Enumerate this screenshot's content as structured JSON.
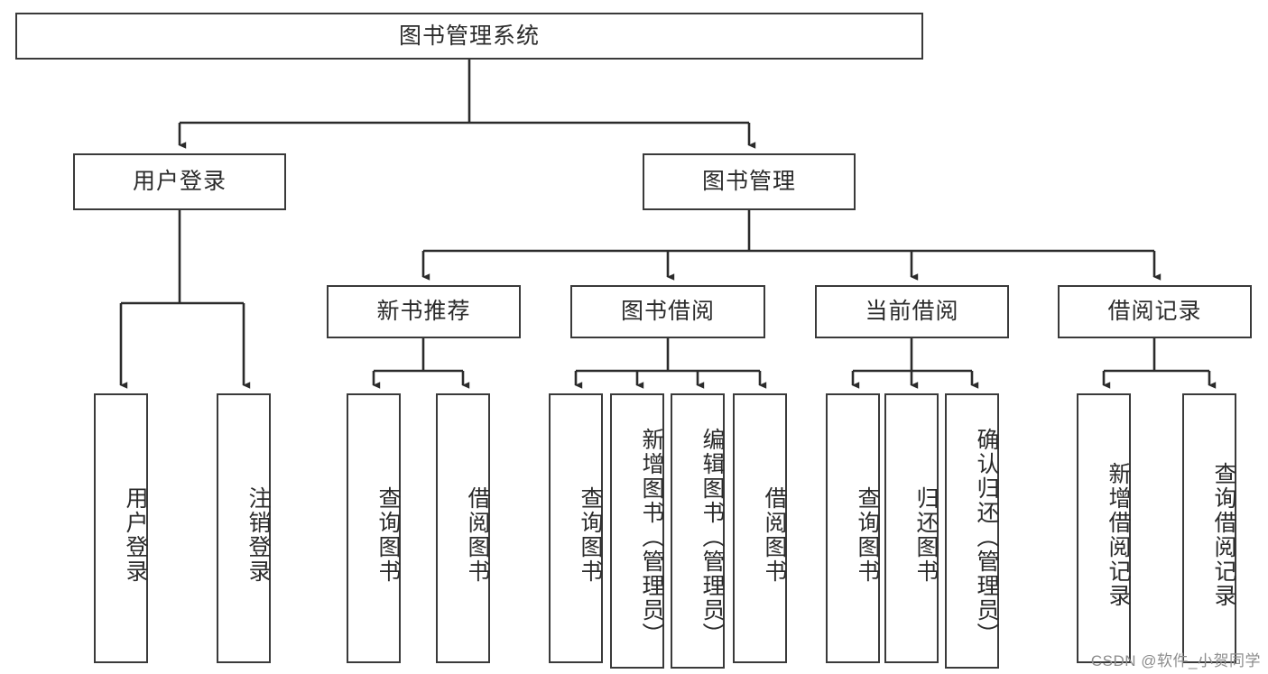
{
  "diagram": {
    "type": "tree-hierarchy",
    "title": "图书管理系统",
    "watermark": "CSDN @软件_小贺同学",
    "colors": {
      "box_border": "#3a3a3a",
      "box_fill": "#ffffff",
      "line": "#2b2b2b",
      "text": "#2b2b2b",
      "watermark": "#8d8d8d",
      "background": "#ffffff"
    },
    "levels": {
      "level1": [
        "图书管理系统"
      ],
      "level2": [
        "用户登录",
        "图书管理"
      ],
      "level3": [
        "新书推荐",
        "图书借阅",
        "当前借阅",
        "借阅记录"
      ],
      "level4": [
        "用户登录",
        "注销登录",
        "查询图书",
        "借阅图书",
        "查询图书",
        "新增图书（管理员）",
        "编辑图书（管理员）",
        "借阅图书",
        "查询图书",
        "归还图书",
        "确认归还（管理员）",
        "新增借阅记录",
        "查询借阅记录"
      ]
    },
    "nodes": {
      "root": {
        "label": "图书管理系统"
      },
      "user_login": {
        "label": "用户登录"
      },
      "book_manage": {
        "label": "图书管理"
      },
      "new_book_rec": {
        "label": "新书推荐"
      },
      "book_borrow": {
        "label": "图书借阅"
      },
      "current_borrow": {
        "label": "当前借阅"
      },
      "borrow_record": {
        "label": "借阅记录"
      },
      "leaf_user_login": {
        "label": "用户登录"
      },
      "leaf_logout": {
        "label": "注销登录"
      },
      "leaf_query_book_1": {
        "label": "查询图书"
      },
      "leaf_borrow_book_1": {
        "label": "借阅图书"
      },
      "leaf_query_book_2": {
        "label": "查询图书"
      },
      "leaf_add_book": {
        "label": "新增图书（管理员）"
      },
      "leaf_edit_book": {
        "label": "编辑图书（管理员）"
      },
      "leaf_borrow_book_2": {
        "label": "借阅图书"
      },
      "leaf_query_book_3": {
        "label": "查询图书"
      },
      "leaf_return_book": {
        "label": "归还图书"
      },
      "leaf_confirm_return": {
        "label": "确认归还（管理员）"
      },
      "leaf_add_record": {
        "label": "新增借阅记录"
      },
      "leaf_query_record": {
        "label": "查询借阅记录"
      }
    },
    "edges": [
      {
        "from": "图书管理系统",
        "to": "用户登录"
      },
      {
        "from": "图书管理系统",
        "to": "图书管理"
      },
      {
        "from": "用户登录",
        "to": "用户登录"
      },
      {
        "from": "用户登录",
        "to": "注销登录"
      },
      {
        "from": "图书管理",
        "to": "新书推荐"
      },
      {
        "from": "图书管理",
        "to": "图书借阅"
      },
      {
        "from": "图书管理",
        "to": "当前借阅"
      },
      {
        "from": "图书管理",
        "to": "借阅记录"
      },
      {
        "from": "新书推荐",
        "to": "查询图书"
      },
      {
        "from": "新书推荐",
        "to": "借阅图书"
      },
      {
        "from": "图书借阅",
        "to": "查询图书"
      },
      {
        "from": "图书借阅",
        "to": "新增图书（管理员）"
      },
      {
        "from": "图书借阅",
        "to": "编辑图书（管理员）"
      },
      {
        "from": "图书借阅",
        "to": "借阅图书"
      },
      {
        "from": "当前借阅",
        "to": "查询图书"
      },
      {
        "from": "当前借阅",
        "to": "归还图书"
      },
      {
        "from": "当前借阅",
        "to": "确认归还（管理员）"
      },
      {
        "from": "借阅记录",
        "to": "新增借阅记录"
      },
      {
        "from": "借阅记录",
        "to": "查询借阅记录"
      }
    ]
  }
}
